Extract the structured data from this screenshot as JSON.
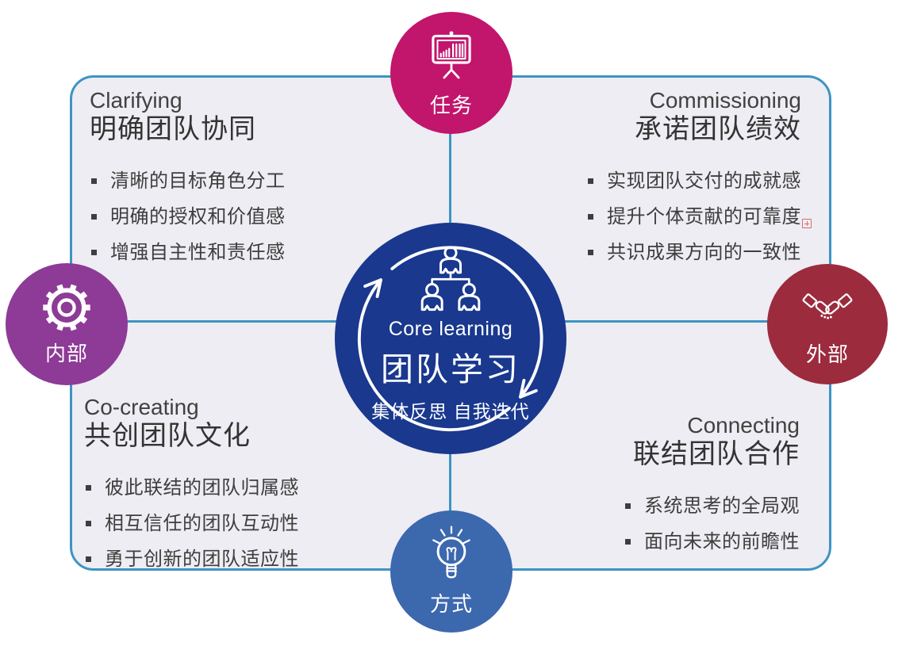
{
  "center": {
    "icon": "org-chart-people-icon",
    "cycle_icon": "circular-arrows-icon",
    "title_en": "Core learning",
    "title_zh": "团队学习",
    "subtitle": "集体反思 自我迭代",
    "color": "#19388e"
  },
  "nodes": {
    "top": {
      "label": "任务",
      "icon": "presentation-chart-icon",
      "color": "#c2156c"
    },
    "left": {
      "label": "内部",
      "icon": "gear-icon",
      "color": "#8e3a97"
    },
    "right": {
      "label": "外部",
      "icon": "handshake-icon",
      "color": "#9c2b3e"
    },
    "bottom": {
      "label": "方式",
      "icon": "lightbulb-icon",
      "color": "#3c68ae"
    }
  },
  "quadrants": {
    "top_left": {
      "title_en": "Clarifying",
      "title_zh": "明确团队协同",
      "bullets": [
        "清晰的目标角色分工",
        "明确的授权和价值感",
        "增强自主性和责任感"
      ]
    },
    "top_right": {
      "title_en": "Commissioning",
      "title_zh": "承诺团队绩效",
      "bullets": [
        "实现团队交付的成就感",
        "提升个体贡献的可靠度",
        "共识成果方向的一致性"
      ]
    },
    "bottom_left": {
      "title_en": "Co-creating",
      "title_zh": "共创团队文化",
      "bullets": [
        "彼此联结的团队归属感",
        "相互信任的团队互动性",
        "勇于创新的团队适应性"
      ]
    },
    "bottom_right": {
      "title_en": "Connecting",
      "title_zh": "联结团队合作",
      "bullets": [
        "系统思考的全局观",
        "面向未来的前瞻性"
      ]
    }
  },
  "marker": {
    "icon": "plus-box-marker-icon",
    "color": "#d96c6c"
  },
  "colors": {
    "panel_bg": "#ededf3",
    "line_teal": "#3e94c3",
    "text_dark": "#3e3e3e",
    "white": "#ffffff"
  }
}
